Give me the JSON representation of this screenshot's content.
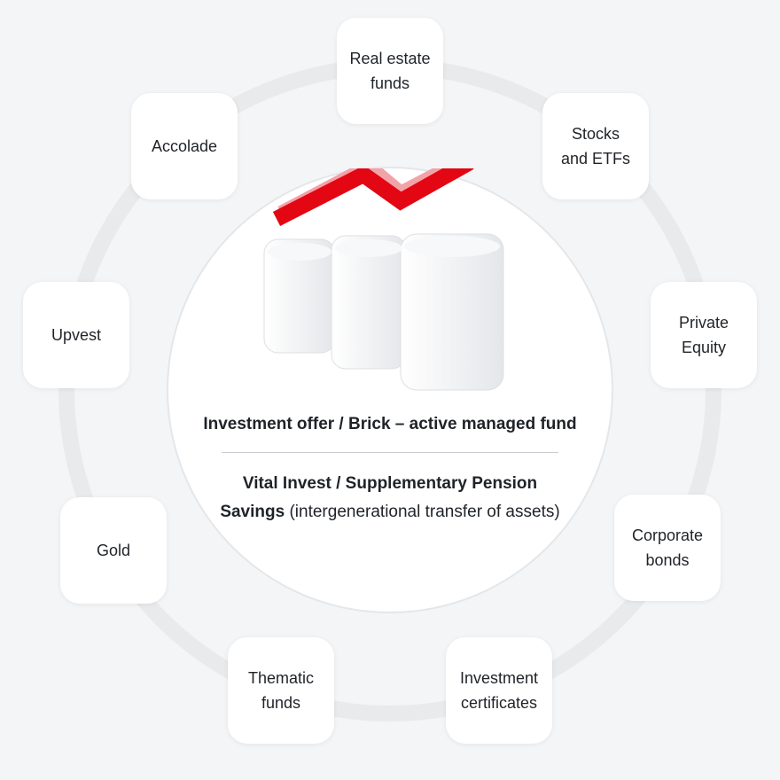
{
  "center": {
    "title": "Investment offer / Brick – active managed fund",
    "subtitle_bold": "Vital Invest / Supplementary Pension Savings",
    "subtitle_rest": " (intergenerational transfer of assets)"
  },
  "nodes": [
    {
      "id": "real-estate-funds",
      "label": "Real estate\nfunds"
    },
    {
      "id": "stocks-and-etfs",
      "label": "Stocks\nand ETFs"
    },
    {
      "id": "private-equity",
      "label": "Private\nEquity"
    },
    {
      "id": "corporate-bonds",
      "label": "Corporate\nbonds"
    },
    {
      "id": "investment-certificates",
      "label": "Investment\ncertificates"
    },
    {
      "id": "thematic-funds",
      "label": "Thematic\nfunds"
    },
    {
      "id": "gold",
      "label": "Gold"
    },
    {
      "id": "upvest",
      "label": "Upvest"
    },
    {
      "id": "accolade",
      "label": "Accolade"
    }
  ],
  "colors": {
    "accent": "#e30613",
    "accent_light": "#f2a3a8",
    "ring": "#e8eaec",
    "background": "#f3f5f7"
  }
}
